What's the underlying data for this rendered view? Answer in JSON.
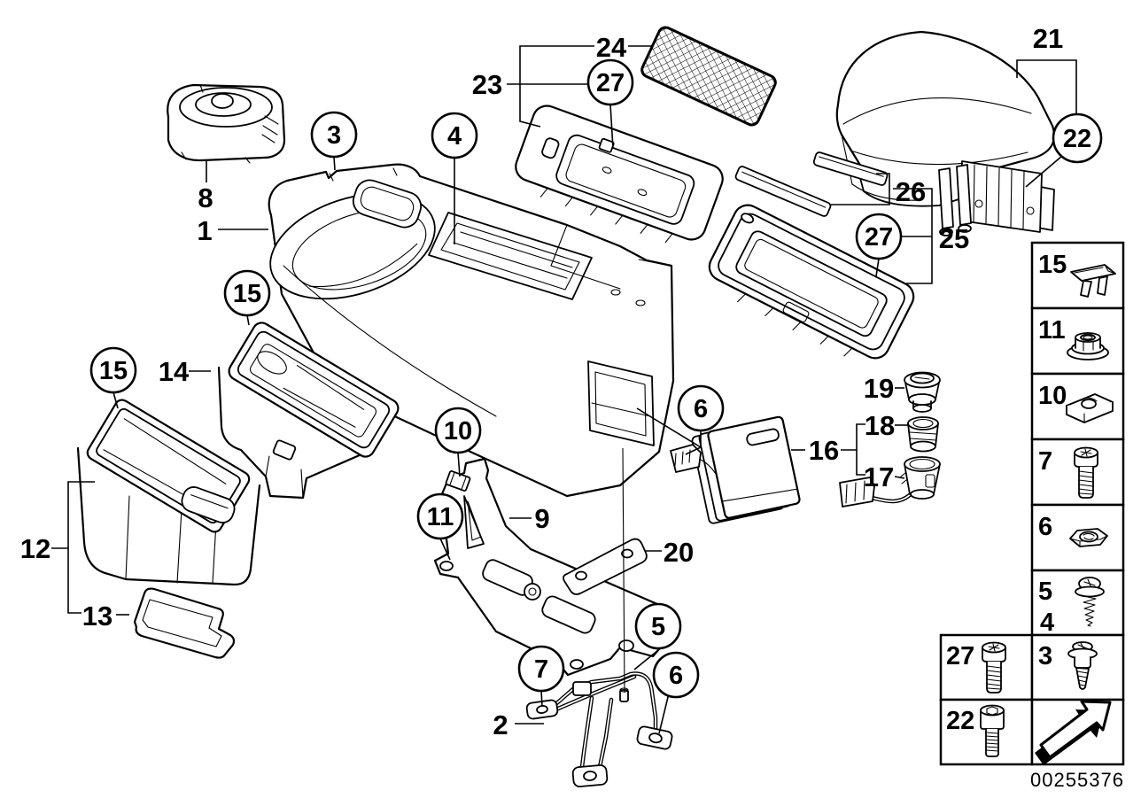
{
  "callouts": {
    "circled": {
      "c3": "3",
      "c4": "4",
      "c27_top": "27",
      "c15_left": "15",
      "c15_mid": "15",
      "c10": "10",
      "c11": "11",
      "c6_upper": "6",
      "c27_right": "27",
      "c22": "22",
      "c5": "5",
      "c7": "7",
      "c6_lower": "6"
    },
    "plain": {
      "p1": "1",
      "p2": "2",
      "p8": "8",
      "p9": "9",
      "p12": "12",
      "p13": "13",
      "p14": "14",
      "p16": "16",
      "p17": "17",
      "p18": "18",
      "p19": "19",
      "p20": "20",
      "p21": "21",
      "p23": "23",
      "p24": "24",
      "p25": "25",
      "p26": "26"
    }
  },
  "parts_table": {
    "rows": [
      {
        "number": "15",
        "icon": "clip-icon"
      },
      {
        "number": "11",
        "icon": "flange-nut-icon"
      },
      {
        "number": "10",
        "icon": "speed-nut-icon"
      },
      {
        "number": "7",
        "icon": "torx-screw-icon"
      },
      {
        "number": "6",
        "icon": "hex-nut-icon"
      },
      {
        "number": "5",
        "number2": "4",
        "icon": "washer-screw-icon"
      }
    ],
    "bottom_rows": [
      {
        "left": {
          "number": "27",
          "icon": "torx-screw-icon"
        },
        "right": {
          "number": "3",
          "icon": "collar-screw-icon"
        }
      },
      {
        "left": {
          "number": "22",
          "icon": "cap-screw-icon"
        },
        "right": {
          "number": "",
          "icon": "direction-arrow-icon"
        }
      }
    ]
  },
  "footer": {
    "drawing_number": "00255376"
  },
  "colors": {
    "line": "#000000",
    "background": "#ffffff"
  }
}
